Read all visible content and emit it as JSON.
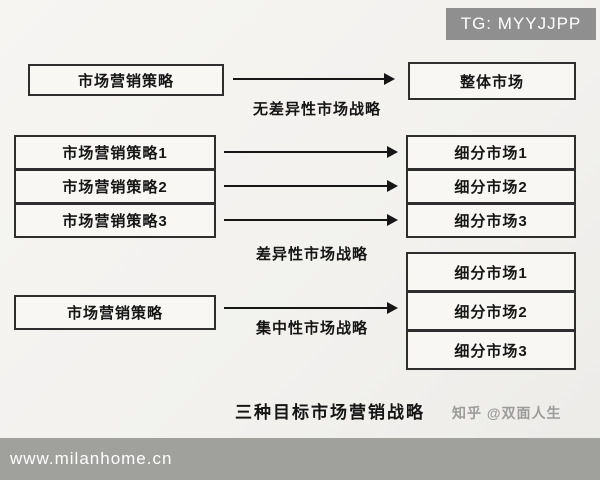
{
  "page": {
    "top_watermark": "TG: MYYJJPP",
    "caption": "三种目标市场营销战略",
    "credit": "知乎 @双面人生",
    "bottom_watermark": "www.milanhome.cn"
  },
  "diagram": {
    "undifferentiated": {
      "left": "市场营销策略",
      "right": "整体市场",
      "label": "无差异性市场战略"
    },
    "differentiated": {
      "lefts": [
        "市场营销策略1",
        "市场营销策略2",
        "市场营销策略3"
      ],
      "rights": [
        "细分市场1",
        "细分市场2",
        "细分市场3"
      ],
      "label": "差异性市场战略"
    },
    "concentrated": {
      "left": "市场营销策略",
      "rights": [
        "细分市场1",
        "细分市场2",
        "细分市场3"
      ],
      "label": "集中性市场战略"
    }
  },
  "colors": {
    "paper": "#f2f1ee",
    "bar": "#a0a09d",
    "badge": "#8f8f8f",
    "ink": "#151515"
  }
}
